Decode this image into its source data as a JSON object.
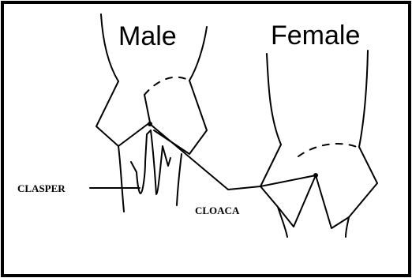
{
  "panels": {
    "male": {
      "title": "Male"
    },
    "female": {
      "title": "Female"
    }
  },
  "labels": {
    "clasper": "CLASPER",
    "cloaca": "CLOACA"
  }
}
